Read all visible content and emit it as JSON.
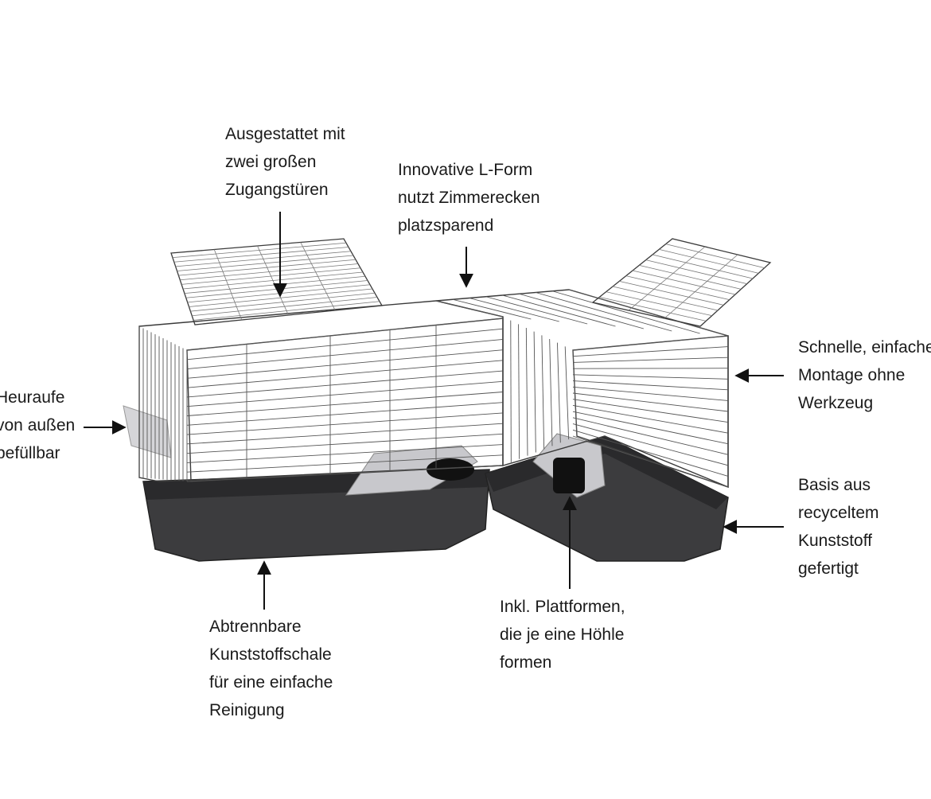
{
  "callouts": {
    "doors": [
      "Ausgestattet mit",
      "zwei großen",
      "Zugangstüren"
    ],
    "lform": [
      "Innovative L-Form",
      "nutzt Zimmerecken",
      "platzsparend"
    ],
    "assembly": [
      "Schnelle, einfache",
      "Montage ohne",
      "Werkzeug"
    ],
    "hay": [
      "Heuraufe",
      "von außen",
      "befüllbar"
    ],
    "base": [
      "Basis aus",
      "recyceltem",
      "Kunststoff",
      "gefertigt"
    ],
    "tray": [
      "Abtrennbare",
      "Kunststoffschale",
      "für eine einfache",
      "Reinigung"
    ],
    "platform": [
      "Inkl. Plattformen,",
      "die je eine Höhle",
      "formen"
    ]
  },
  "colors": {
    "wire": "#3a3a3a",
    "tray": "#3c3c3e",
    "tray_dark": "#2a2a2c",
    "platform": "#c8c8cc",
    "arrow": "#111111"
  }
}
